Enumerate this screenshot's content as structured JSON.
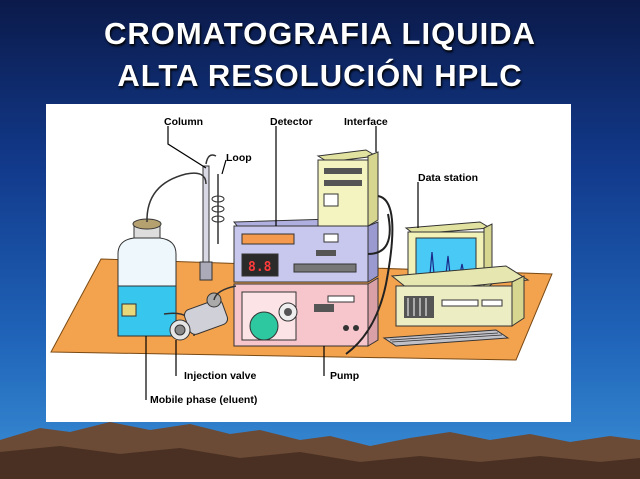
{
  "slide": {
    "title_line1": "CROMATOGRAFIA LIQUIDA",
    "title_line2": "ALTA  RESOLUCIÓN HPLC"
  },
  "diagram": {
    "labels": {
      "column": "Column",
      "detector": "Detector",
      "interface": "Interface",
      "loop": "Loop",
      "data_station": "Data station",
      "injection_valve": "Injection valve",
      "pump": "Pump",
      "mobile_phase": "Mobile phase (eluent)"
    }
  },
  "colors": {
    "table": "#f3a24e",
    "detector_body": "#c8c8ee",
    "pump_body": "#f7c6cc",
    "eluent": "#37c6ee",
    "computer_body": "#f2f2b8",
    "monitor_screen": "#49c9f5",
    "interface_body": "#f4f4c0"
  }
}
